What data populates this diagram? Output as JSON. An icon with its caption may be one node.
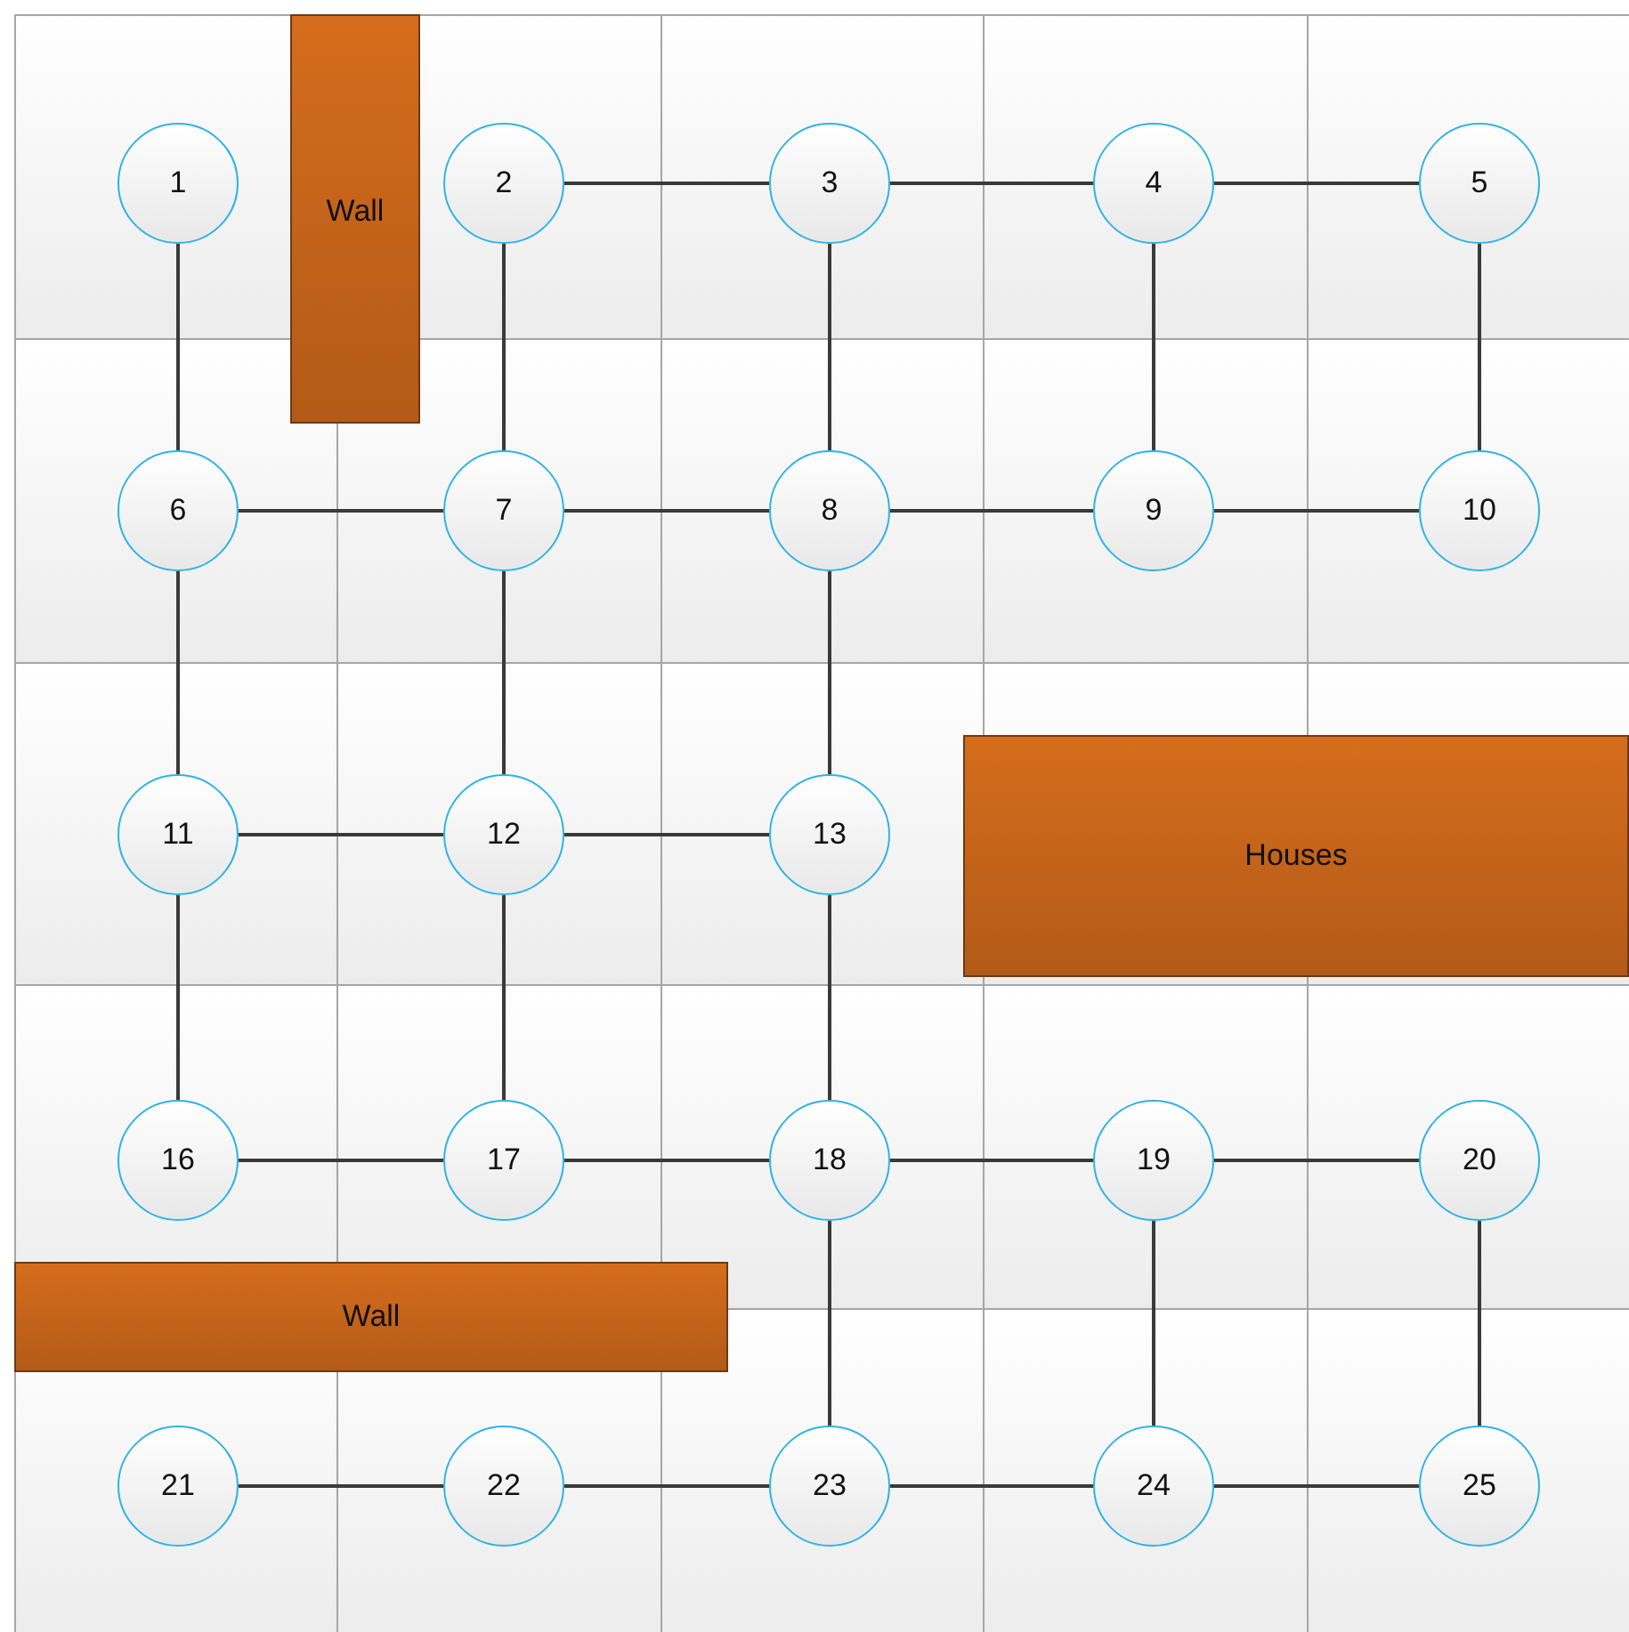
{
  "diagram": {
    "nodes": [
      {
        "text": [
          "1"
        ]
      },
      {
        "text": [
          "2"
        ]
      },
      {
        "text": [
          "3"
        ]
      },
      {
        "text": [
          "4"
        ]
      },
      {
        "text": [
          "5"
        ]
      },
      {
        "text": [
          "6"
        ]
      },
      {
        "text": [
          "7"
        ]
      },
      {
        "text": [
          "8"
        ]
      },
      {
        "text": [
          "9"
        ]
      },
      {
        "text": [
          "10"
        ]
      },
      {
        "text": [
          "11"
        ]
      },
      {
        "text": [
          "12"
        ]
      },
      {
        "text": [
          "13"
        ]
      },
      {
        "text": [
          "16"
        ]
      },
      {
        "text": [
          "17"
        ]
      },
      {
        "text": [
          "18"
        ]
      },
      {
        "text": [
          "19"
        ]
      },
      {
        "text": [
          "20"
        ]
      },
      {
        "text": [
          "21"
        ]
      },
      {
        "text": [
          "22"
        ]
      },
      {
        "text": [
          "23"
        ]
      },
      {
        "text": [
          "24"
        ]
      },
      {
        "text": [
          "25"
        ]
      },
      {
        "text": [
          "Wall"
        ]
      },
      {
        "text": [
          "Houses"
        ]
      },
      {
        "text": [
          "Wall"
        ]
      }
    ],
    "edges": [
      {
        "from": 0,
        "to": 5,
        "arrow": "none"
      },
      {
        "from": 1,
        "to": 2,
        "arrow": "none"
      },
      {
        "from": 2,
        "to": 3,
        "arrow": "none"
      },
      {
        "from": 3,
        "to": 4,
        "arrow": "none"
      },
      {
        "from": 1,
        "to": 6,
        "arrow": "none"
      },
      {
        "from": 2,
        "to": 7,
        "arrow": "none"
      },
      {
        "from": 3,
        "to": 8,
        "arrow": "none"
      },
      {
        "from": 4,
        "to": 9,
        "arrow": "none"
      },
      {
        "from": 5,
        "to": 6,
        "arrow": "none"
      },
      {
        "from": 6,
        "to": 7,
        "arrow": "none"
      },
      {
        "from": 7,
        "to": 8,
        "arrow": "none"
      },
      {
        "from": 8,
        "to": 9,
        "arrow": "none"
      },
      {
        "from": 5,
        "to": 10,
        "arrow": "none"
      },
      {
        "from": 6,
        "to": 11,
        "arrow": "none"
      },
      {
        "from": 7,
        "to": 12,
        "arrow": "none"
      },
      {
        "from": 10,
        "to": 11,
        "arrow": "none"
      },
      {
        "from": 11,
        "to": 12,
        "arrow": "none"
      },
      {
        "from": 10,
        "to": 13,
        "arrow": "none"
      },
      {
        "from": 11,
        "to": 14,
        "arrow": "none"
      },
      {
        "from": 12,
        "to": 15,
        "arrow": "none"
      },
      {
        "from": 13,
        "to": 14,
        "arrow": "none"
      },
      {
        "from": 14,
        "to": 15,
        "arrow": "none"
      },
      {
        "from": 15,
        "to": 16,
        "arrow": "none"
      },
      {
        "from": 16,
        "to": 17,
        "arrow": "none"
      },
      {
        "from": 15,
        "to": 20,
        "arrow": "none"
      },
      {
        "from": 16,
        "to": 21,
        "arrow": "none"
      },
      {
        "from": 17,
        "to": 22,
        "arrow": "none"
      },
      {
        "from": 18,
        "to": 19,
        "arrow": "none"
      },
      {
        "from": 19,
        "to": 20,
        "arrow": "none"
      },
      {
        "from": 20,
        "to": 21,
        "arrow": "none"
      },
      {
        "from": 21,
        "to": 22,
        "arrow": "none"
      }
    ]
  }
}
